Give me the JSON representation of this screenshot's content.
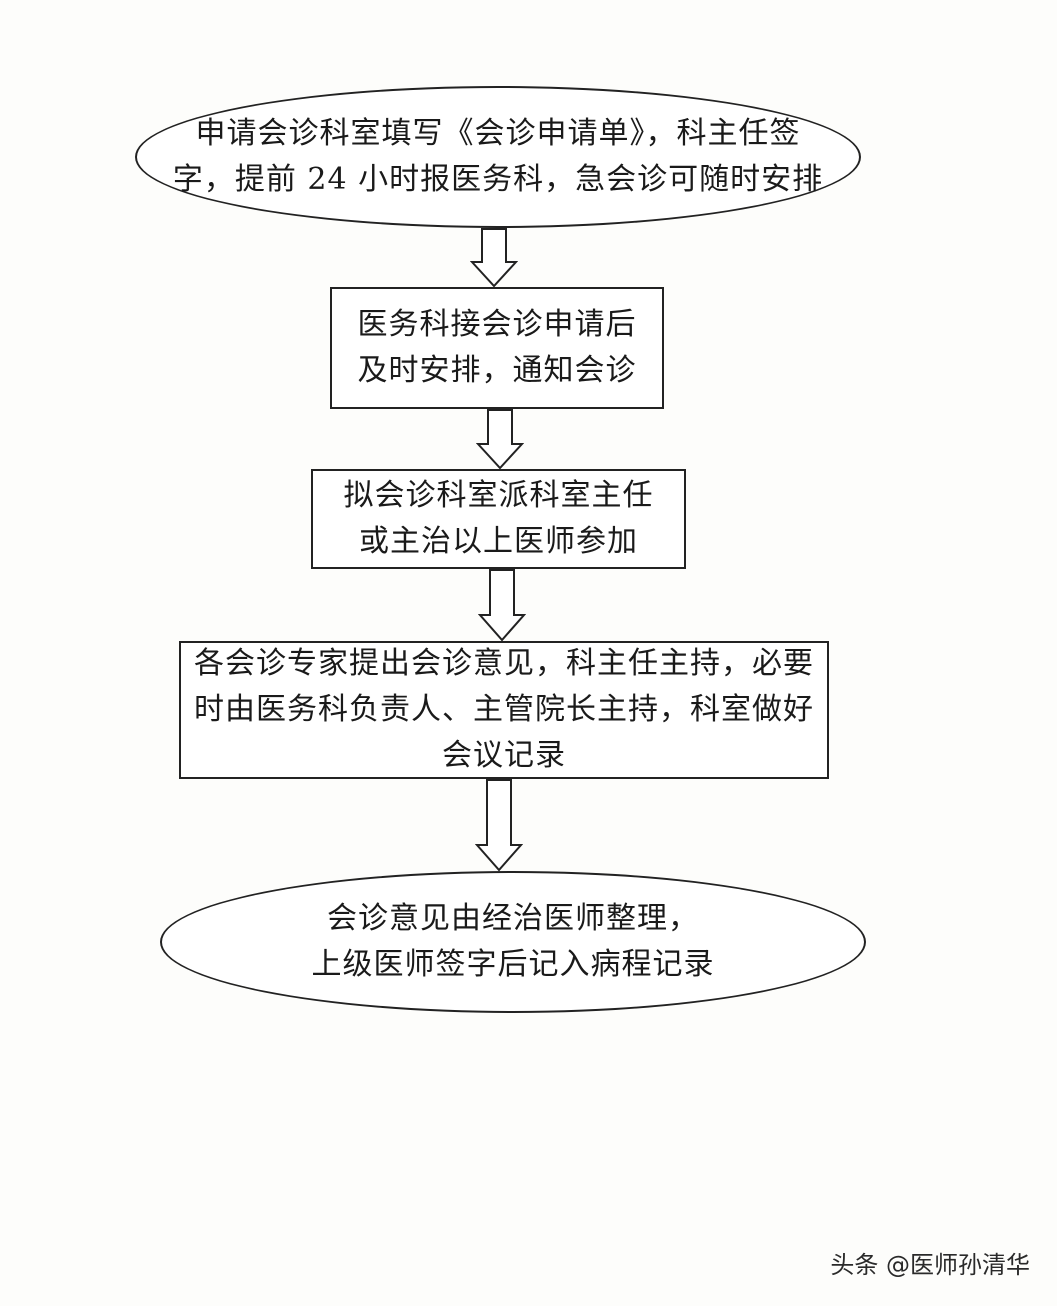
{
  "flowchart": {
    "nodes": [
      {
        "id": "n1",
        "shape": "terminal",
        "lines": [
          "申请会诊科室填写《会诊申请单》，科主任签",
          "字，提前 24 小时报医务科，急会诊可随时安排"
        ]
      },
      {
        "id": "n2",
        "shape": "process",
        "lines": [
          "医务科接会诊申请后",
          "及时安排，通知会诊"
        ]
      },
      {
        "id": "n3",
        "shape": "process",
        "lines": [
          "拟会诊科室派科室主任",
          "或主治以上医师参加"
        ]
      },
      {
        "id": "n4",
        "shape": "process",
        "lines": [
          "各会诊专家提出会诊意见，科主任主持，必要",
          "时由医务科负责人、主管院长主持，科室做好",
          "会议记录"
        ]
      },
      {
        "id": "n5",
        "shape": "terminal",
        "lines": [
          "会诊意见由经治医师整理，",
          "上级医师签字后记入病程记录"
        ]
      }
    ],
    "edges": [
      {
        "from": "n1",
        "to": "n2",
        "style": "hollow-block-arrow"
      },
      {
        "from": "n2",
        "to": "n3",
        "style": "hollow-block-arrow"
      },
      {
        "from": "n3",
        "to": "n4",
        "style": "hollow-block-arrow"
      },
      {
        "from": "n4",
        "to": "n5",
        "style": "hollow-block-arrow"
      }
    ]
  },
  "watermark": "头条 @医师孙清华"
}
